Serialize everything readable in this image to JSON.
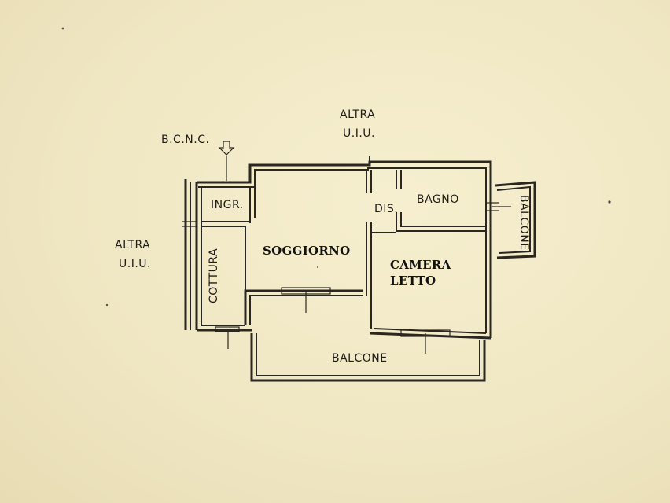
{
  "labels": {
    "altra_top_line1": "ALTRA",
    "altra_top_line2": "U.I.U.",
    "altra_left_line1": "ALTRA",
    "altra_left_line2": "U.I.U.",
    "bcnc": "B.C.N.C.",
    "ingresso": "INGR.",
    "cottura": "COTTURA",
    "soggiorno": "SOGGIORNO",
    "disimpegno": "DIS.",
    "bagno": "BAGNO",
    "camera_line1": "CAMERA",
    "camera_line2": "LETTO",
    "balcone_side": "BALCONE",
    "balcone_bottom": "BALCONE"
  },
  "colors": {
    "paper": "#f2ebc9",
    "ink": "#2a2620"
  }
}
